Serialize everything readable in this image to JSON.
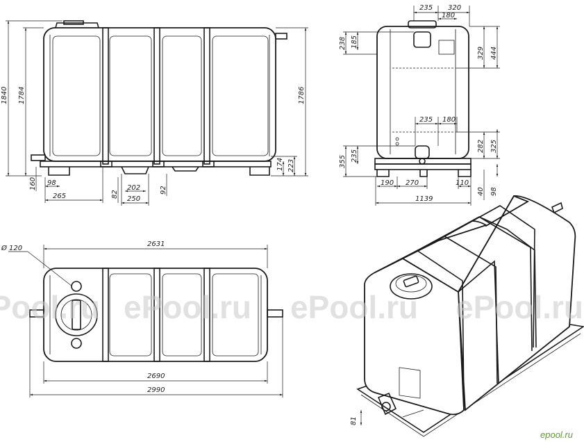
{
  "watermark": {
    "text": "ePool.ru"
  },
  "brand": {
    "text": "epool.ru",
    "color": "#5aa02c"
  },
  "front_view": {
    "dims": {
      "total_height": "1840",
      "height_1784": "1784",
      "height_1786": "1786",
      "h174": "174",
      "h223": "223",
      "d160": "160",
      "d98": "98",
      "d265": "265",
      "d82": "82",
      "d202": "202",
      "d250": "250",
      "d92": "92"
    }
  },
  "side_view": {
    "dims": {
      "d235_top": "235",
      "d320": "320",
      "d180_top": "180",
      "d238": "238",
      "d185": "185",
      "d329": "329",
      "d444": "444",
      "d235_mid": "235",
      "d180_mid": "180",
      "d282": "282",
      "d325": "325",
      "d355": "355",
      "d235_low": "235",
      "d190": "190",
      "d270": "270",
      "d110": "110",
      "d40": "40",
      "d98": "98",
      "width_1139": "1139"
    }
  },
  "top_view": {
    "dims": {
      "diameter": "Ø 120",
      "d2631": "2631",
      "d2690": "2690",
      "d2990": "2990"
    }
  },
  "iso_view": {
    "dims": {
      "d81": "81"
    }
  }
}
